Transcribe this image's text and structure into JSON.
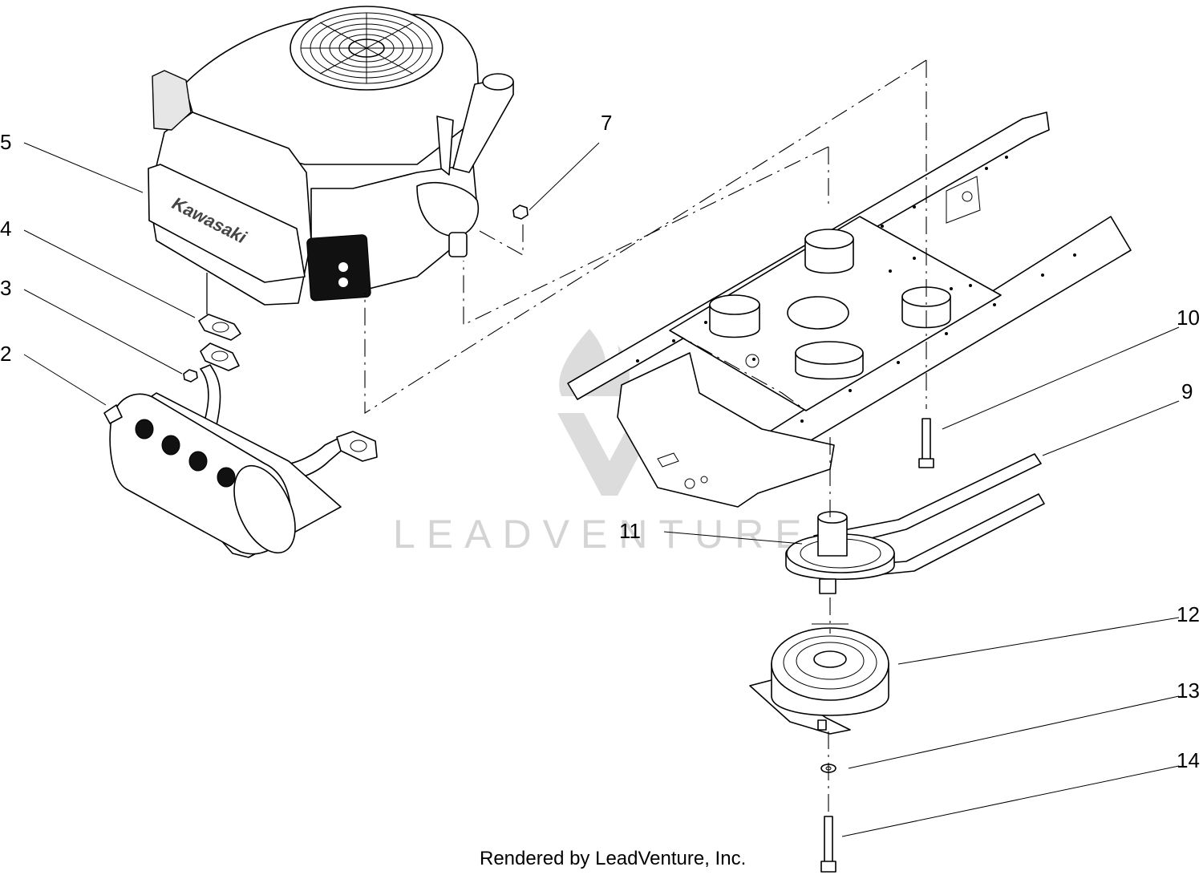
{
  "footer_text": "Rendered by LeadVenture, Inc.",
  "watermark_text": "LEADVENTURE",
  "engine_brand_text": "Kawasaki",
  "callouts": [
    "2",
    "3",
    "4",
    "5",
    "7",
    "9",
    "10",
    "11",
    "12",
    "13",
    "14"
  ]
}
